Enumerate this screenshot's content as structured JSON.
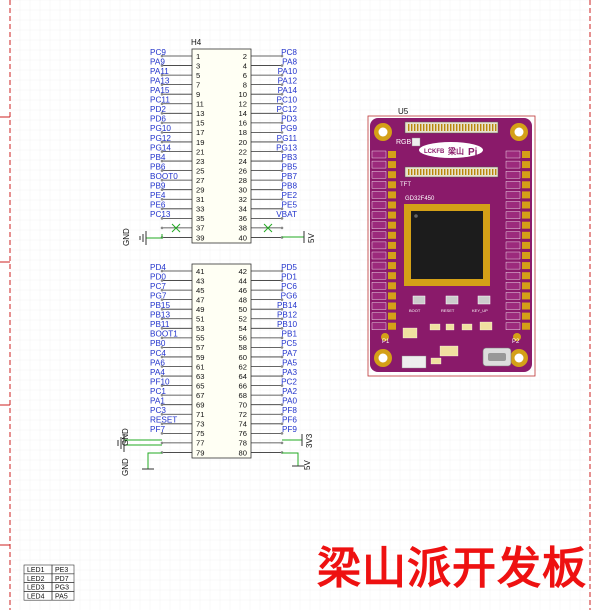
{
  "connector": {
    "ref": "H4",
    "top": [
      [
        "PC9",
        "1",
        "2",
        "PC8"
      ],
      [
        "PA9",
        "3",
        "4",
        "PA8"
      ],
      [
        "PA11",
        "5",
        "6",
        "PA10"
      ],
      [
        "PA13",
        "7",
        "8",
        "PA12"
      ],
      [
        "PA15",
        "9",
        "10",
        "PA14"
      ],
      [
        "PC11",
        "11",
        "12",
        "PC10"
      ],
      [
        "PD2",
        "13",
        "14",
        "PC12"
      ],
      [
        "PD6",
        "15",
        "16",
        "PD3"
      ],
      [
        "PG10",
        "17",
        "18",
        "PG9"
      ],
      [
        "PG12",
        "19",
        "20",
        "PG11"
      ],
      [
        "PG14",
        "21",
        "22",
        "PG13"
      ],
      [
        "PB4",
        "23",
        "24",
        "PB3"
      ],
      [
        "PB6",
        "25",
        "26",
        "PB5"
      ],
      [
        "BOOT0",
        "27",
        "28",
        "PB7"
      ],
      [
        "PB9",
        "29",
        "30",
        "PB8"
      ],
      [
        "PE4",
        "31",
        "32",
        "PE2"
      ],
      [
        "PE6",
        "33",
        "34",
        "PE5"
      ],
      [
        "PC13",
        "35",
        "36",
        "VBAT"
      ],
      [
        "",
        "37",
        "38",
        ""
      ],
      [
        "",
        "39",
        "40",
        ""
      ]
    ],
    "bottom": [
      [
        "PD4",
        "41",
        "42",
        "PD5"
      ],
      [
        "PD0",
        "43",
        "44",
        "PD1"
      ],
      [
        "PC7",
        "45",
        "46",
        "PC6"
      ],
      [
        "PG7",
        "47",
        "48",
        "PG6"
      ],
      [
        "PB15",
        "49",
        "50",
        "PB14"
      ],
      [
        "PB13",
        "51",
        "52",
        "PB12"
      ],
      [
        "PB11",
        "53",
        "54",
        "PB10"
      ],
      [
        "BOOT1",
        "55",
        "56",
        "PB1"
      ],
      [
        "PB0",
        "57",
        "58",
        "PC5"
      ],
      [
        "PC4",
        "59",
        "60",
        "PA7"
      ],
      [
        "PA6",
        "61",
        "62",
        "PA5"
      ],
      [
        "PA4",
        "63",
        "64",
        "PA3"
      ],
      [
        "PF10",
        "65",
        "66",
        "PC2"
      ],
      [
        "PC1",
        "67",
        "68",
        "PA2"
      ],
      [
        "PA1",
        "69",
        "70",
        "PA0"
      ],
      [
        "PC3",
        "71",
        "72",
        "PF8"
      ],
      [
        "RESET",
        "73",
        "74",
        "PF6"
      ],
      [
        "PF7",
        "75",
        "76",
        "PF9"
      ],
      [
        "",
        "77",
        "78",
        ""
      ],
      [
        "",
        "79",
        "80",
        ""
      ]
    ],
    "nets": {
      "gnd1": "GND",
      "gnd2": "GND",
      "gnd3": "GND",
      "v5a": "5V",
      "v33": "3V3",
      "v5b": "5V"
    }
  },
  "module": {
    "ref": "U5",
    "rgb": "RGB",
    "logo": "LCKFB",
    "logo_cn": "梁山",
    "logo_pi": "Pi",
    "tft": "TFT",
    "mcu": "GD32F450",
    "btn_boot": "BOOT",
    "btn_reset": "RESET",
    "btn_key": "KEY_UP",
    "p1": "P1",
    "p2": "P2",
    "colors": {
      "board": "#8a1a6a",
      "pad": "#d4a017",
      "chip": "#1c1c1c",
      "silk": "#ffffff"
    }
  },
  "led_table": [
    [
      "LED1",
      "PE3"
    ],
    [
      "LED2",
      "PD7"
    ],
    [
      "LED3",
      "PG3"
    ],
    [
      "LED4",
      "PA5"
    ]
  ],
  "title": "梁山派开发板",
  "colors": {
    "frame": "#cc2222",
    "pinname": "#2233cc",
    "wire": "#22aa22",
    "pin": "#333333",
    "title": "#ee1111"
  }
}
